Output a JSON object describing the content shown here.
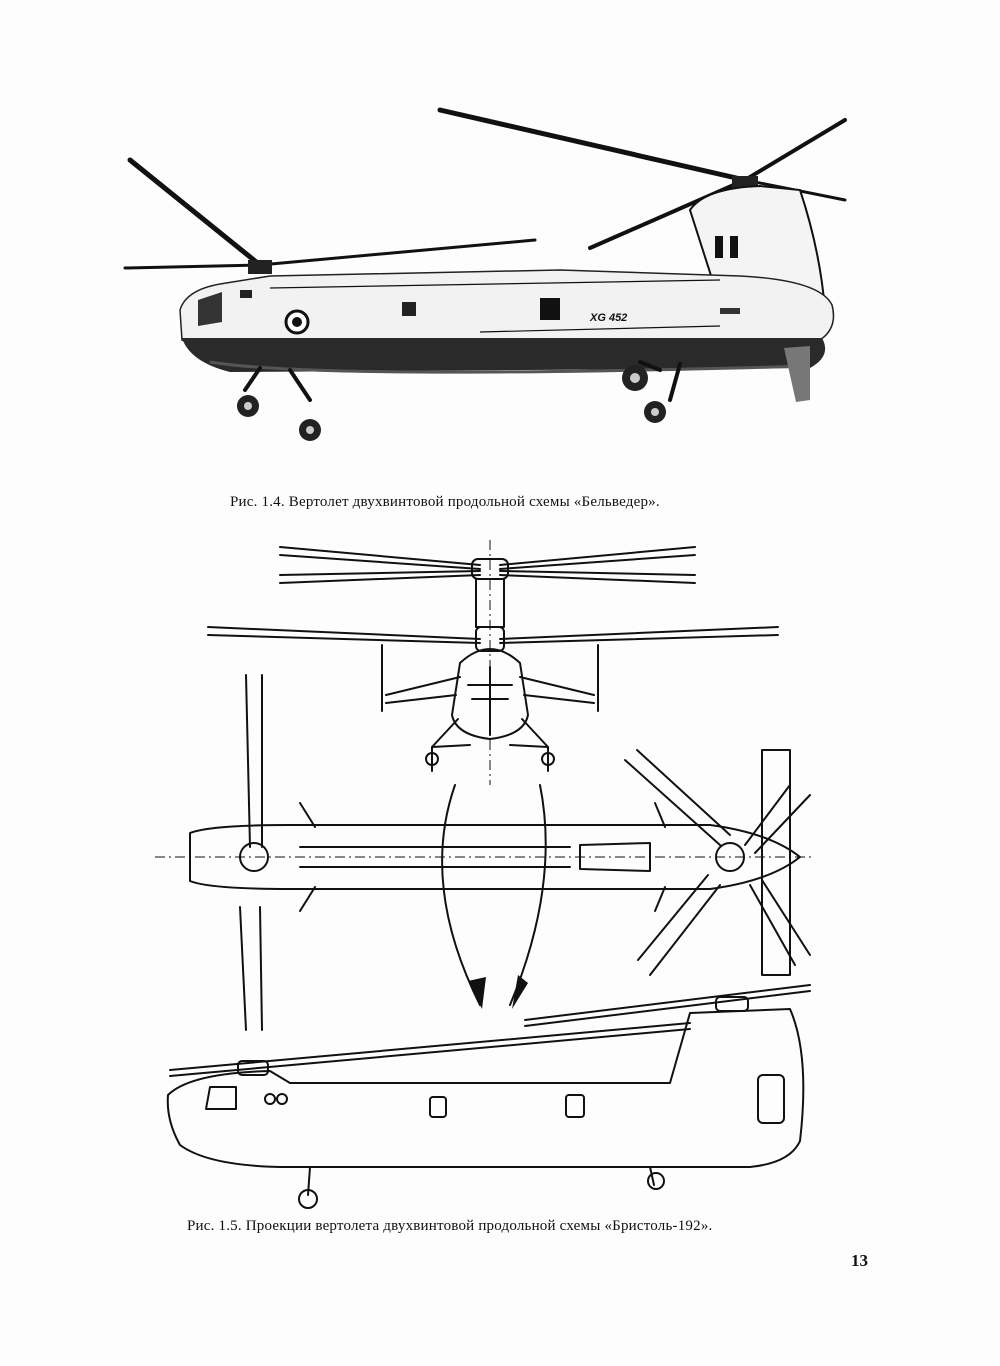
{
  "figure_1_4": {
    "caption": "Рис. 1.4. Вертолет двухвинтовой продольной схемы «Бельведер».",
    "serial": "XG 452"
  },
  "figure_1_5": {
    "caption": "Рис. 1.5. Проекции вертолета двухвинтовой продольной схемы «Бристоль-192»."
  },
  "page_number": "13"
}
